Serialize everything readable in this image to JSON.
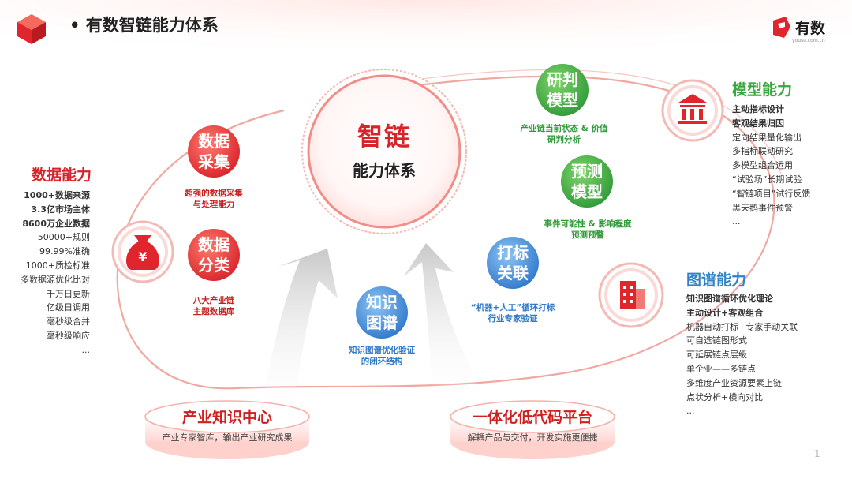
{
  "header": {
    "title": "• 有数智链能力体系",
    "brand_name": "有数",
    "brand_url": "yousu.com.cn"
  },
  "center": {
    "title": "智链",
    "subtitle": "能力体系"
  },
  "bubbles": {
    "data_collect": {
      "label": "数据\n采集",
      "caption": "超强的数据采集\n与处理能力"
    },
    "data_classify": {
      "label": "数据\n分类",
      "caption": "八大产业链\n主题数据库"
    },
    "knowledge_graph": {
      "label": "知识\n图谱",
      "caption": "知识图谱优化验证\n的闭环结构"
    },
    "tag_link": {
      "label": "打标\n关联",
      "caption": "“机器+人工”循环打标\n行业专家验证"
    },
    "research_model": {
      "label": "研判\n模型",
      "caption": "产业链当前状态 & 价值\n研判分析"
    },
    "forecast_model": {
      "label": "预测\n模型",
      "caption": "事件可能性 & 影响程度\n预测预警"
    }
  },
  "data_capability": {
    "title": "数据能力",
    "items": [
      {
        "text": "1000+数据来源",
        "bold": true
      },
      {
        "text": "3.3亿市场主体",
        "bold": true
      },
      {
        "text": "8600万企业数据",
        "bold": true
      },
      {
        "text": "50000+规则",
        "bold": false
      },
      {
        "text": "99.99%准确",
        "bold": false
      },
      {
        "text": "1000+质检标准",
        "bold": false
      },
      {
        "text": "多数据源优化比对",
        "bold": false
      },
      {
        "text": "千万日更新",
        "bold": false
      },
      {
        "text": "亿级日调用",
        "bold": false
      },
      {
        "text": "毫秒级合并",
        "bold": false
      },
      {
        "text": "毫秒级响应",
        "bold": false
      },
      {
        "text": "...",
        "bold": false
      }
    ]
  },
  "model_capability": {
    "title": "模型能力",
    "items": [
      {
        "text": "主动指标设计",
        "bold": true
      },
      {
        "text": "客观结果归因",
        "bold": true
      },
      {
        "text": "定向结果量化输出",
        "bold": false
      },
      {
        "text": "多指标联动研究",
        "bold": false
      },
      {
        "text": "多模型组合运用",
        "bold": false
      },
      {
        "text": "“试验场”长期试验",
        "bold": false
      },
      {
        "text": "“智链项目”试行反馈",
        "bold": false
      },
      {
        "text": "黑天鹅事件预警",
        "bold": false
      },
      {
        "text": "...",
        "bold": false
      }
    ]
  },
  "graph_capability": {
    "title": "图谱能力",
    "items": [
      {
        "text": "知识图谱循环优化理论",
        "bold": true
      },
      {
        "text": "主动设计+客观组合",
        "bold": true
      },
      {
        "text": "机器自动打标+专家手动关联",
        "bold": false
      },
      {
        "text": "可自选链图形式",
        "bold": false
      },
      {
        "text": "可延展链点层级",
        "bold": false
      },
      {
        "text": "单企业——多链点",
        "bold": false
      },
      {
        "text": "多维度产业资源要素上链",
        "bold": false
      },
      {
        "text": "点状分析+横向对比",
        "bold": false
      },
      {
        "text": "...",
        "bold": false
      }
    ]
  },
  "platforms": {
    "knowledge_center": {
      "title": "产业知识中心",
      "desc": "产业专家智库，输出产业研究成果"
    },
    "lowcode": {
      "title": "一体化低代码平台",
      "desc": "解耦产品与交付，开发实施更便捷"
    }
  },
  "page_number": "1",
  "icons": {
    "data": "money-bag-icon",
    "model": "bank-building-icon",
    "graph": "office-building-icon"
  },
  "colors": {
    "red": "#e0262c",
    "green": "#3aa63f",
    "blue": "#2f7fd1",
    "graph_title": "#2f84c9"
  }
}
